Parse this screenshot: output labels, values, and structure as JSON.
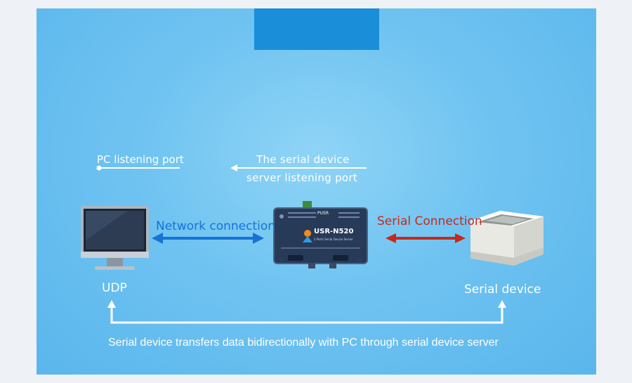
{
  "labels": {
    "pc_port": "PC listening port",
    "server_port_line1": "The serial device",
    "server_port_line2": "server listening port",
    "network_connection": "Network connection",
    "serial_connection": "Serial Connection",
    "udp": "UDP",
    "serial_device": "Serial device",
    "caption": "Serial device transfers data bidirectionally with PC through serial device server"
  },
  "device": {
    "brand": "PUSR",
    "model": "USR-N520",
    "subtitle": "2 Ports Serial Device Server"
  },
  "colors": {
    "background": "#6fc3f1",
    "tab": "#1a8ed8",
    "network_arrow": "#1573d6",
    "serial_arrow": "#c8281b",
    "text": "#ffffff"
  },
  "icons": {
    "pc": "monitor-icon",
    "server": "serial-server-icon",
    "printer": "printer-icon"
  }
}
